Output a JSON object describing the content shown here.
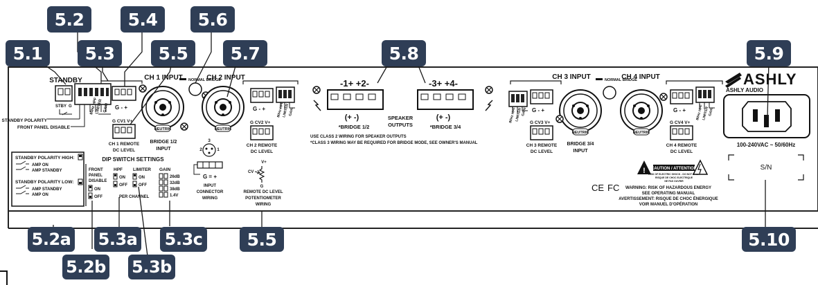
{
  "callouts": {
    "c5_1": "5.1",
    "c5_2": "5.2",
    "c5_3": "5.3",
    "c5_4": "5.4",
    "c5_5": "5.5",
    "c5_6": "5.6",
    "c5_7": "5.7",
    "c5_8": "5.8",
    "c5_9": "5.9",
    "c5_2a": "5.2a",
    "c5_2b": "5.2b",
    "c5_3a": "5.3a",
    "c5_3b": "5.3b",
    "c5_3c": "5.3c",
    "c5_5b": "5.5",
    "c5_10": "5.10"
  },
  "panel": {
    "standby": "STANDBY",
    "stby": "STBY",
    "g": "G",
    "standby_polarity": "STANDBY POLARITY",
    "front_panel_disable": "FRONT PANEL DISABLE",
    "dip_80hz_hpf": "80Hz HPF",
    "dip_limiter": "LIMITER",
    "dip_gain": "GAIN",
    "ch1_input": "CH 1 INPUT",
    "ch2_input": "CH 2 INPUT",
    "ch3_input": "CH 3 INPUT",
    "ch4_input": "CH 4 INPUT",
    "normal_bridge": "NORMAL BRIDGE",
    "g_minus_plus": "G - +",
    "g_cv1_v": "G CV1 V+",
    "g_cv2_v": "G CV2 V+",
    "g_cv3_v": "G CV3 V+",
    "g_cv4_v": "G CV4 V+",
    "ch1_remote": "CH 1 REMOTE",
    "ch2_remote": "CH 2 REMOTE",
    "ch3_remote": "CH 3 REMOTE",
    "ch4_remote": "CH 4 REMOTE",
    "dc_level": "DC LEVEL",
    "bridge_12_input": "BRIDGE 1/2",
    "bridge_34_input": "BRIDGE 3/4",
    "input": "INPUT",
    "neutrik": "NEUTRIK",
    "speaker_1": "-1+ +2-",
    "speaker_2": "-3+ +4-",
    "plus_minus": "(+ -)",
    "bridge_12": "*BRIDGE 1/2",
    "bridge_34": "*BRIDGE 3/4",
    "speaker_outputs": "SPEAKER OUTPUTS",
    "class2_note": "USE CLASS 2 WIRING FOR SPEAKER OUTPUTS",
    "class3_note": "*CLASS 3 WIRING MAY BE REQUIRED FOR BRIDGE MODE, SEE OWNER'S MANUAL",
    "brand": "ASHLY",
    "brand_sub": "ASHLY AUDIO",
    "voltage": "100-240VAC ~ 50/60Hz",
    "sn": "S/N",
    "ce": "CE",
    "fc": "FC",
    "caution": "CAUTION / ATTENTION",
    "caution_small1": "RISK OF ELECTRIC SHOCK - DO NOT OPEN",
    "caution_small2": "RISQUE DE CHOC ELECTRIQUE",
    "caution_small3": "NE PAS OUVRIR",
    "warning1": "WARNING: RISK OF HAZARDOUS ENERGY",
    "warning2": "SEE OPERATING MANUAL",
    "warning3": "AVERTISSEMENT: RISQUE DE CHOC ÉNERGIQUE",
    "warning4": "VOIR MANUEL D'OPÉRATION",
    "sp_high": "STANDBY POLARITY HIGH:",
    "sp_low": "STANDBY POLARITY LOW:",
    "amp_on": "AMP ON",
    "amp_standby": "AMP STANDBY",
    "dip_settings": "DIP SWITCH SETTINGS",
    "front_panel": "FRONT PANEL DISABLE",
    "hpf": "HPF",
    "limiter": "LIMITER",
    "gain": "GAIN",
    "on": "ON",
    "off": "OFF",
    "g26": "26dB",
    "g32": "32dB",
    "g38": "38dB",
    "g14": "1.4V",
    "per_channel": "PER CHANNEL",
    "trs_3": "3",
    "trs_2": "2",
    "trs_1": "1",
    "g_eq": "G = +",
    "input_connector_wiring": "INPUT CONNECTOR WIRING",
    "cv": "CV",
    "vplus": "V+",
    "g_pot": "G",
    "remote_dc": "REMOTE DC LEVEL POTENTIOMETER WIRING"
  },
  "colors": {
    "callout_bg": "#2f3e56",
    "line": "#1a1a1a",
    "panel_stroke": "#222222"
  }
}
